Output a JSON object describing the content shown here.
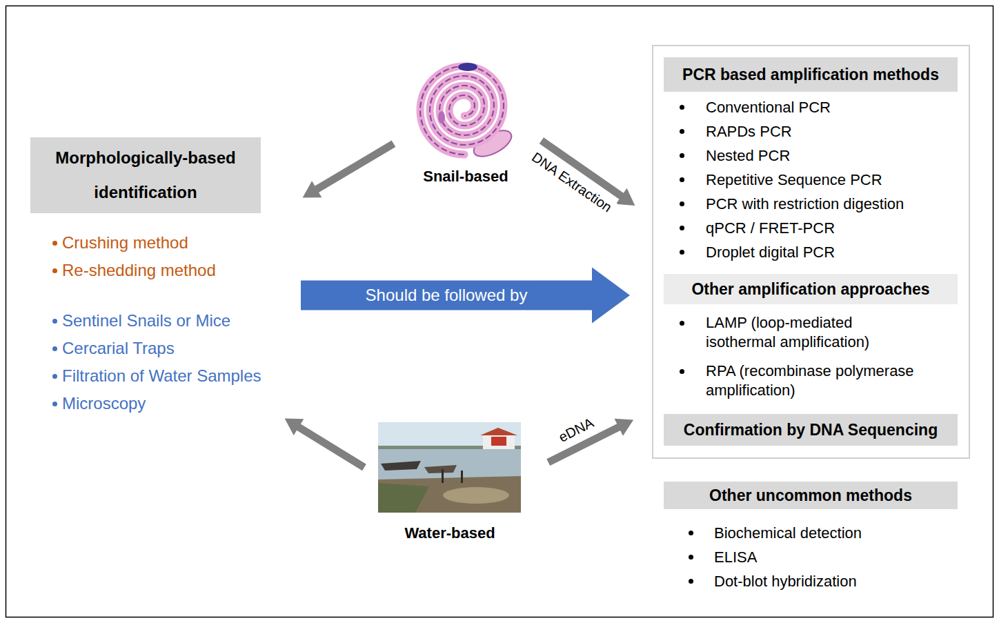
{
  "diagram": {
    "nodes": [
      {
        "text": [
          "Morphologically-based identification",
          "Crushing method",
          "Re-shedding method",
          "Sentinel Snails or Mice",
          "Cercarial Traps",
          "Filtration of Water Samples",
          "Microscopy"
        ]
      },
      {
        "text": [
          "Snail-based"
        ]
      },
      {
        "text": [
          "Water-based"
        ]
      },
      {
        "text": []
      },
      {
        "text": [
          "PCR based amplification methods",
          "Conventional PCR",
          "RAPDs PCR",
          "Nested PCR",
          "Repetitive Sequence PCR",
          "PCR with restriction digestion",
          "qPCR / FRET-PCR",
          "Droplet digital PCR"
        ],
        "in": 3
      },
      {
        "text": [
          "Other amplification approaches",
          "LAMP (loop-mediated isothermal amplification)",
          "RPA (recombinase polymerase amplification)"
        ],
        "in": 3
      },
      {
        "text": [
          "Confirmation by DNA Sequencing"
        ],
        "in": 3
      },
      {
        "text": [
          "Other uncommon methods",
          "Biochemical detection",
          "ELISA",
          "Dot-blot hybridization"
        ]
      }
    ],
    "edges": [
      {
        "from": 1,
        "to": 0,
        "arrow": "to"
      },
      {
        "from": 1,
        "to": 3,
        "label": "DNA Extraction",
        "arrow": "to"
      },
      {
        "from": 0,
        "to": 3,
        "label": "Should be followed by",
        "arrow": "to"
      },
      {
        "from": 2,
        "to": 0,
        "arrow": "to"
      },
      {
        "from": 2,
        "to": 3,
        "label": "eDNA",
        "arrow": "to"
      }
    ]
  }
}
